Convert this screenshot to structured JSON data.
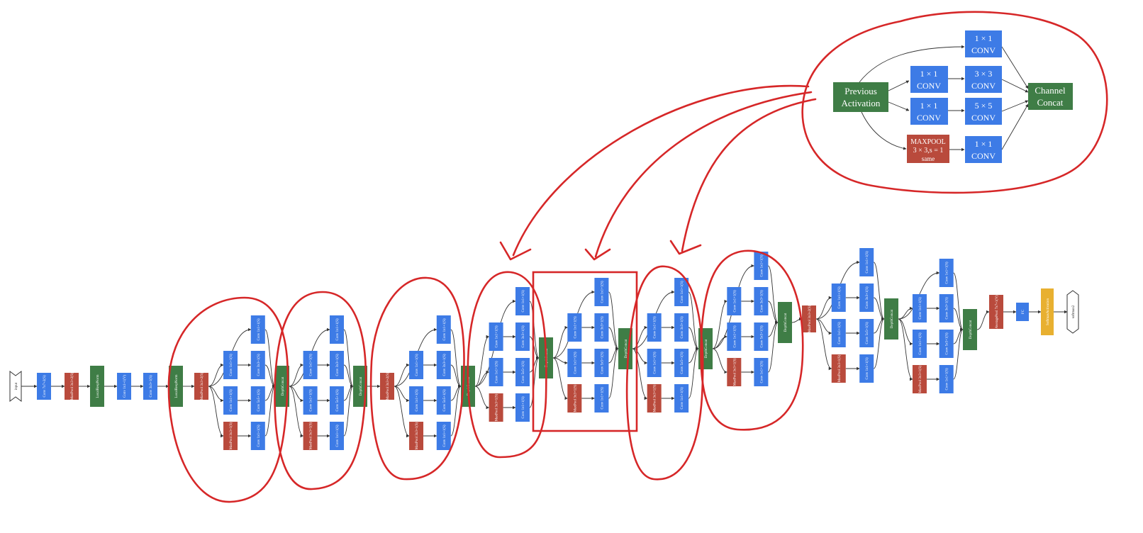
{
  "colors": {
    "conv": "#3d7be6",
    "pool": "#b94a3c",
    "concat": "#3f7d46",
    "softmax": "#e8b030",
    "ink": "#d62728",
    "edge": "#333333"
  },
  "inception_module": {
    "previous_activation": [
      "Previous",
      "Activation"
    ],
    "conv_1x1_top": [
      "1 × 1",
      "CONV"
    ],
    "conv_1x1_reduce_a": [
      "1 × 1",
      "CONV"
    ],
    "conv_3x3": [
      "3 × 3",
      "CONV"
    ],
    "conv_1x1_reduce_b": [
      "1 × 1",
      "CONV"
    ],
    "conv_5x5": [
      "5 × 5",
      "CONV"
    ],
    "maxpool": [
      "MAXPOOL",
      "3 × 3,s = 1",
      "same"
    ],
    "conv_1x1_pool": [
      "1 × 1",
      "CONV"
    ],
    "channel_concat": [
      "Channel",
      "Concat"
    ]
  },
  "network": {
    "input_label": "input",
    "output_label": "softmax2",
    "stem_labels": [
      "Conv 7x7+2(S)",
      "MaxPool 3x3+2(S)",
      "LocalRespNorm",
      "Conv 1x1+1(V)",
      "Conv 3x3+1(S)",
      "LocalRespNorm"
    ],
    "pool_label": "MaxPool 3x3+2(S)",
    "concat_label": "DepthConcat",
    "branch_labels": [
      "Conv 1x1+1(S)",
      "Conv 3x3+1(S)",
      "Conv 5x5+1(S)",
      "Conv 1x1+1(S)"
    ],
    "reduce_labels": [
      "Conv 1x1+1(S)",
      "Conv 1x1+1(S)",
      "MaxPool 3x3+1(S)"
    ],
    "head_labels": [
      "AveragePool 7x7+1(V)",
      "FC",
      "SoftmaxActivation"
    ]
  }
}
